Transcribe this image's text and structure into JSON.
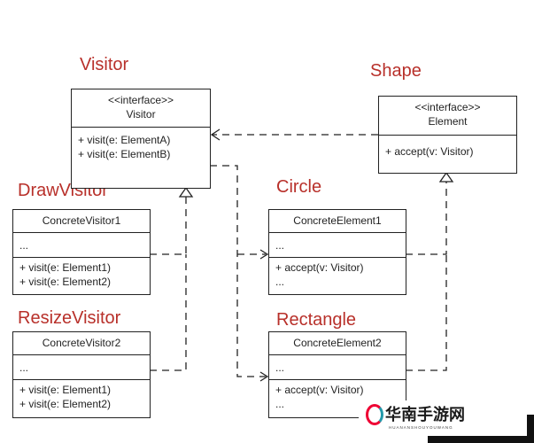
{
  "labels": {
    "visitor": "Visitor",
    "shape": "Shape",
    "draw_visitor": "DrawVisitor",
    "circle": "Circle",
    "resize_visitor": "ResizeVisitor",
    "rectangle": "Rectangle"
  },
  "classes": {
    "visitor": {
      "stereotype": "<<interface>>",
      "name": "Visitor",
      "methods": [
        "+ visit(e: ElementA)",
        "+ visit(e: ElementB)"
      ]
    },
    "element": {
      "stereotype": "<<interface>>",
      "name": "Element",
      "methods": [
        "+ accept(v: Visitor)"
      ]
    },
    "concrete_visitor1": {
      "name": "ConcreteVisitor1",
      "fields": "...",
      "methods": [
        "+ visit(e: Element1)",
        "+ visit(e: Element2)"
      ]
    },
    "concrete_visitor2": {
      "name": "ConcreteVisitor2",
      "fields": "...",
      "methods": [
        "+ visit(e: Element1)",
        "+ visit(e: Element2)"
      ]
    },
    "concrete_element1": {
      "name": "ConcreteElement1",
      "fields": "...",
      "methods": [
        "+ accept(v: Visitor)",
        "..."
      ]
    },
    "concrete_element2": {
      "name": "ConcreteElement2",
      "fields": "...",
      "methods": [
        "+ accept(v: Visitor)",
        "..."
      ]
    }
  },
  "watermark": {
    "cn": "华南手游网",
    "en": "HUANANSHOUYOUWANG"
  },
  "colors": {
    "label": "#b8302a",
    "line": "#222222"
  }
}
